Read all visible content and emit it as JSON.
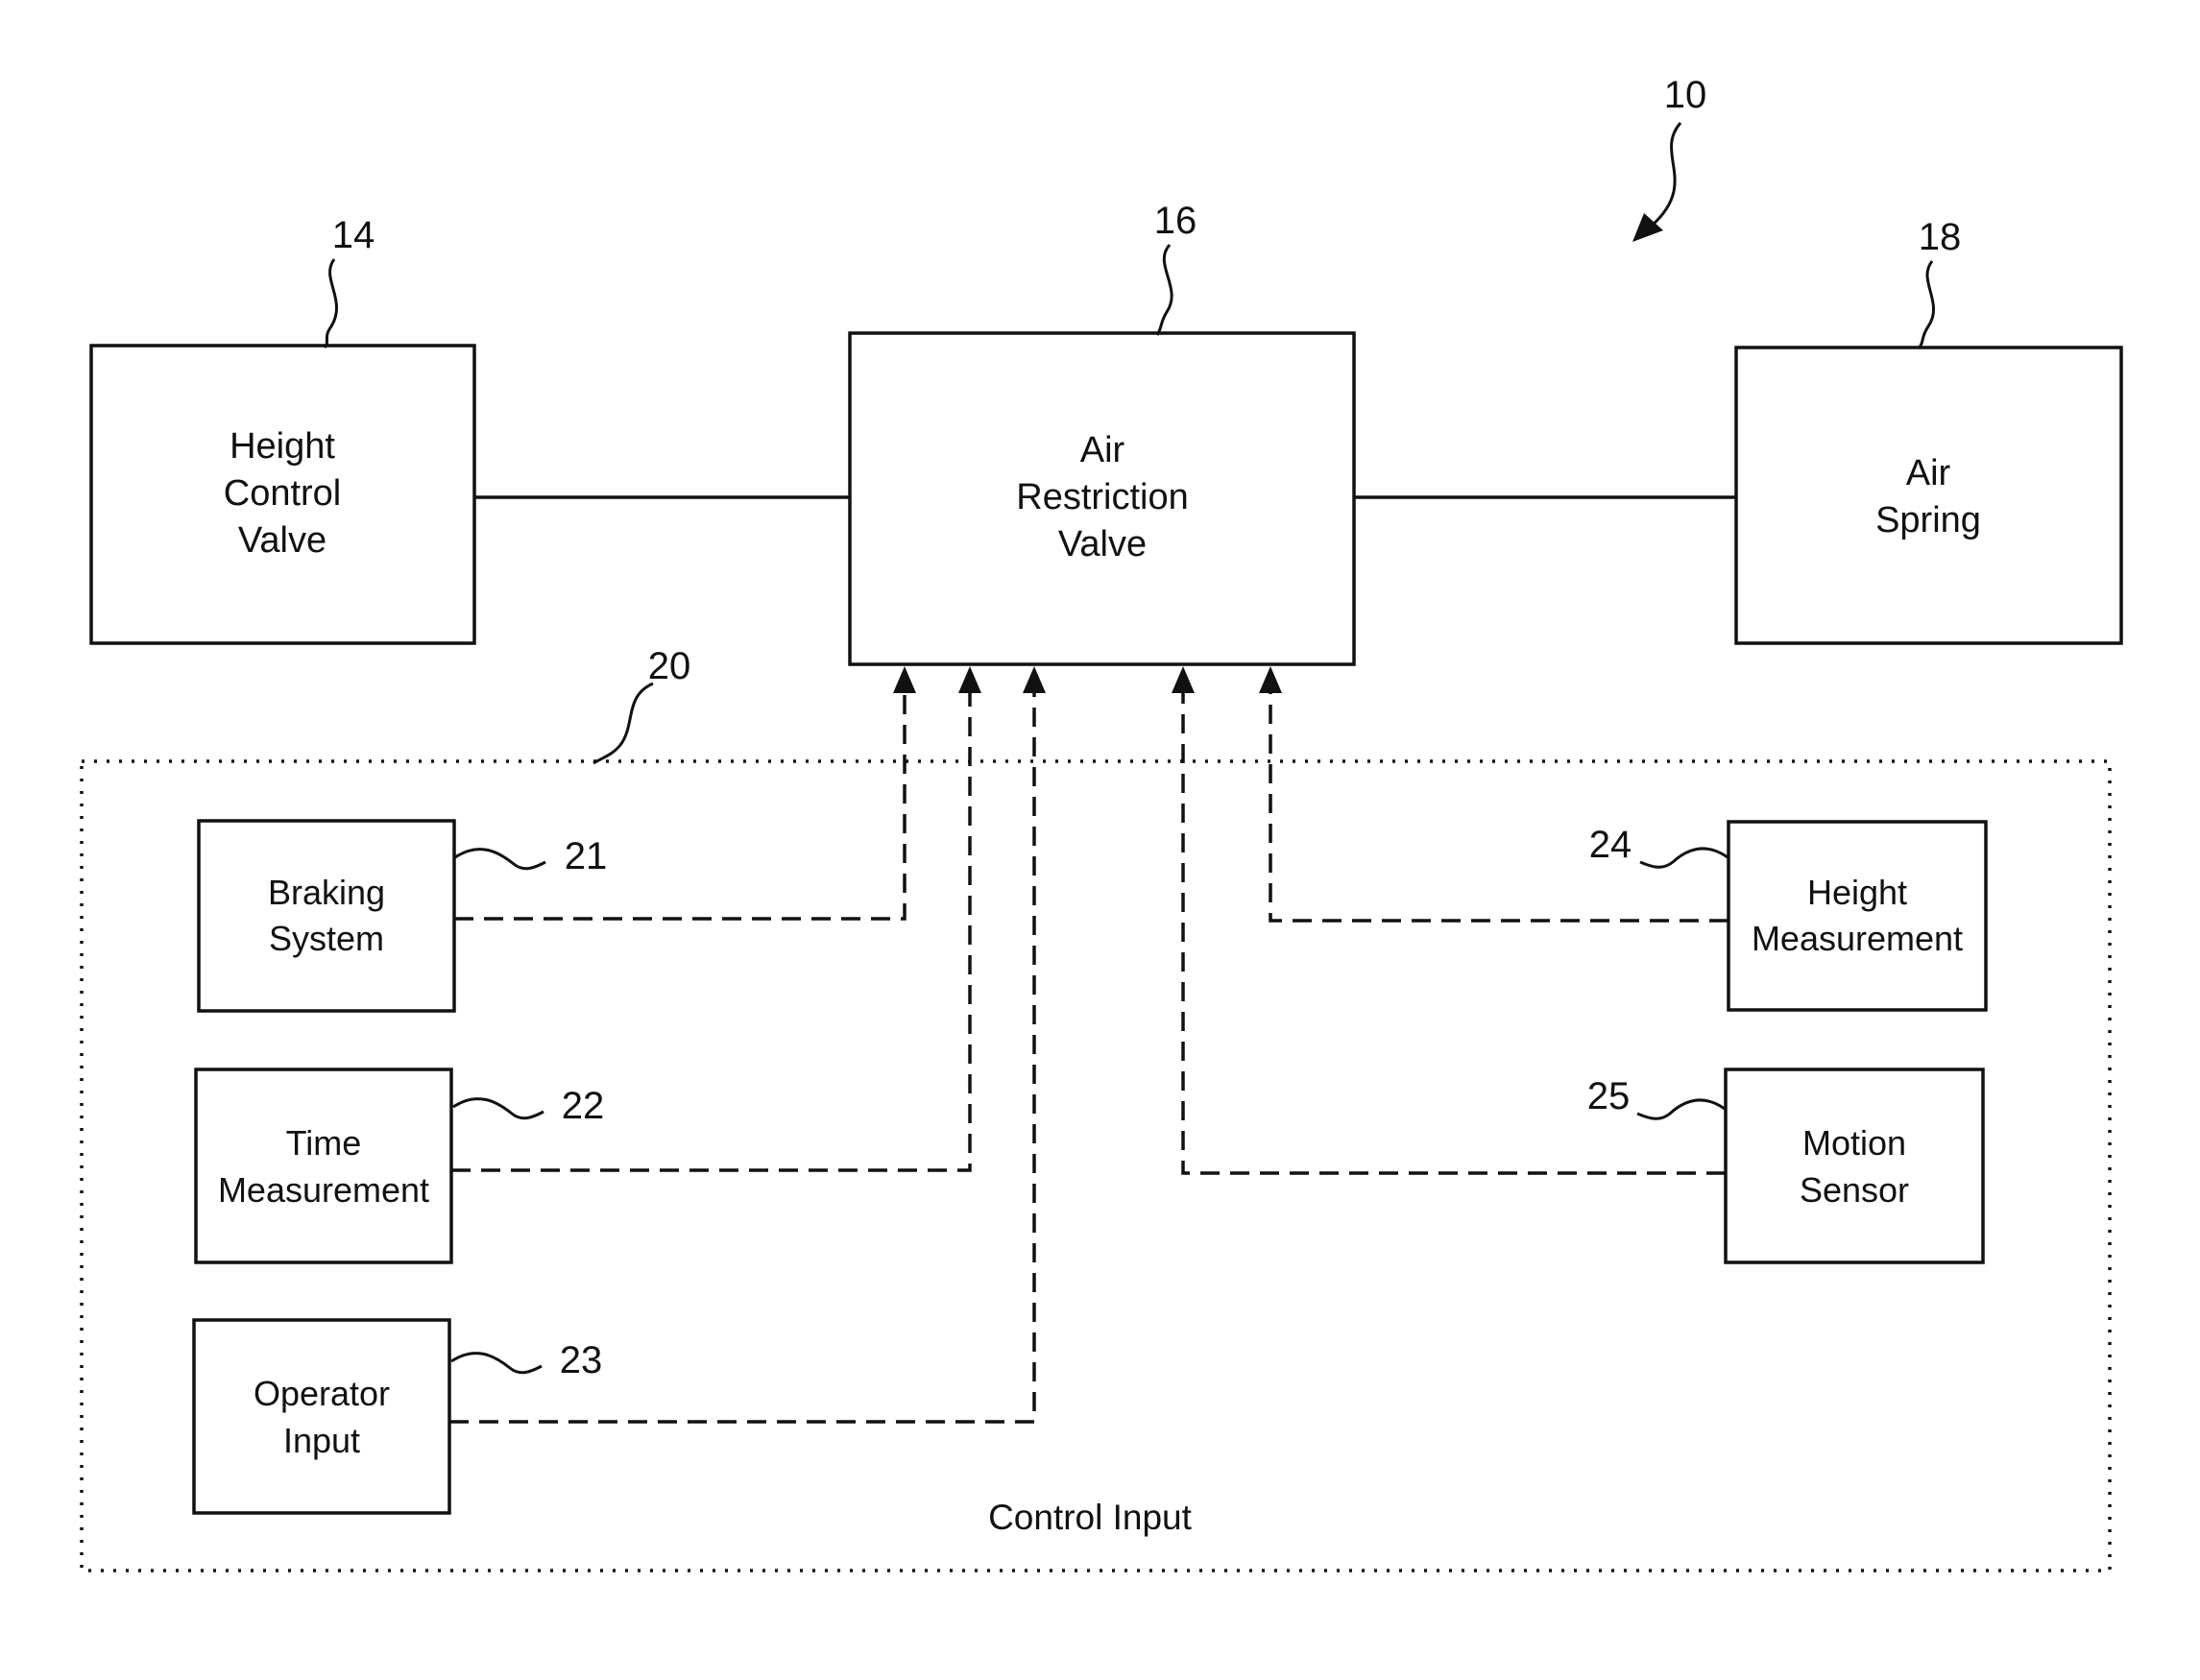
{
  "figure": {
    "ref": "10"
  },
  "main_chain": {
    "height_control_valve": {
      "ref": "14",
      "lines": [
        "Height",
        "Control",
        "Valve"
      ]
    },
    "air_restriction_valve": {
      "ref": "16",
      "lines": [
        "Air",
        "Restriction",
        "Valve"
      ]
    },
    "air_spring": {
      "ref": "18",
      "lines": [
        "Air",
        "Spring"
      ]
    }
  },
  "control_input": {
    "ref": "20",
    "caption": "Control Input",
    "braking_system": {
      "ref": "21",
      "lines": [
        "Braking",
        "System"
      ]
    },
    "time_measurement": {
      "ref": "22",
      "lines": [
        "Time",
        "Measurement"
      ]
    },
    "operator_input": {
      "ref": "23",
      "lines": [
        "Operator",
        "Input"
      ]
    },
    "height_measurement": {
      "ref": "24",
      "lines": [
        "Height",
        "Measurement"
      ]
    },
    "motion_sensor": {
      "ref": "25",
      "lines": [
        "Motion",
        "Sensor"
      ]
    }
  }
}
